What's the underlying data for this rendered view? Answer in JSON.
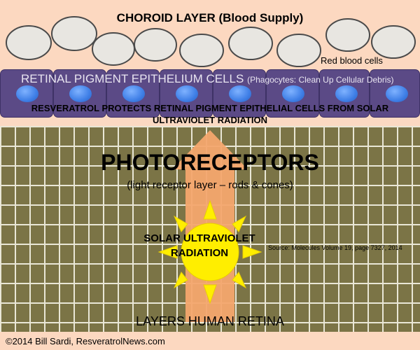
{
  "choroid": {
    "title": "CHOROID LAYER (Blood Supply)",
    "rbc_label": "Red blood cells"
  },
  "rpe": {
    "label": "RETINAL PIGMENT EPITHELIUM CELLS",
    "sublabel": "(Phagocytes: Clean Up Cellular Debris)"
  },
  "resveratrol": {
    "line1": "RESVERATROL PROTECTS RETINAL PIGMENT EPITHELIAL CELLS FROM SOLAR",
    "line2": "ULTRAVIOLET RADIATION"
  },
  "photoreceptors": {
    "title": "PHOTORECEPTORS",
    "subtitle": "(light receptor layer – rods & cones)"
  },
  "uv": {
    "line1": "SOLAR ULTRAVIOLET",
    "line2": "RADIATION"
  },
  "source": "Source: Molecules Volume 19, page 7327, 2014",
  "layers_title": "LAYERS HUMAN RETINA",
  "copyright": "©2014 Bill Sardi, ResveratrolNews.com",
  "colors": {
    "choroid_bg": "#fcd8c0",
    "rpe_cell": "#5b4a86",
    "nucleus": "#3f7fe6",
    "grid_bg": "#7b7446",
    "grid_line": "#e9e7d6",
    "arrow": "#f4a76e",
    "sun": "#ffee00"
  }
}
